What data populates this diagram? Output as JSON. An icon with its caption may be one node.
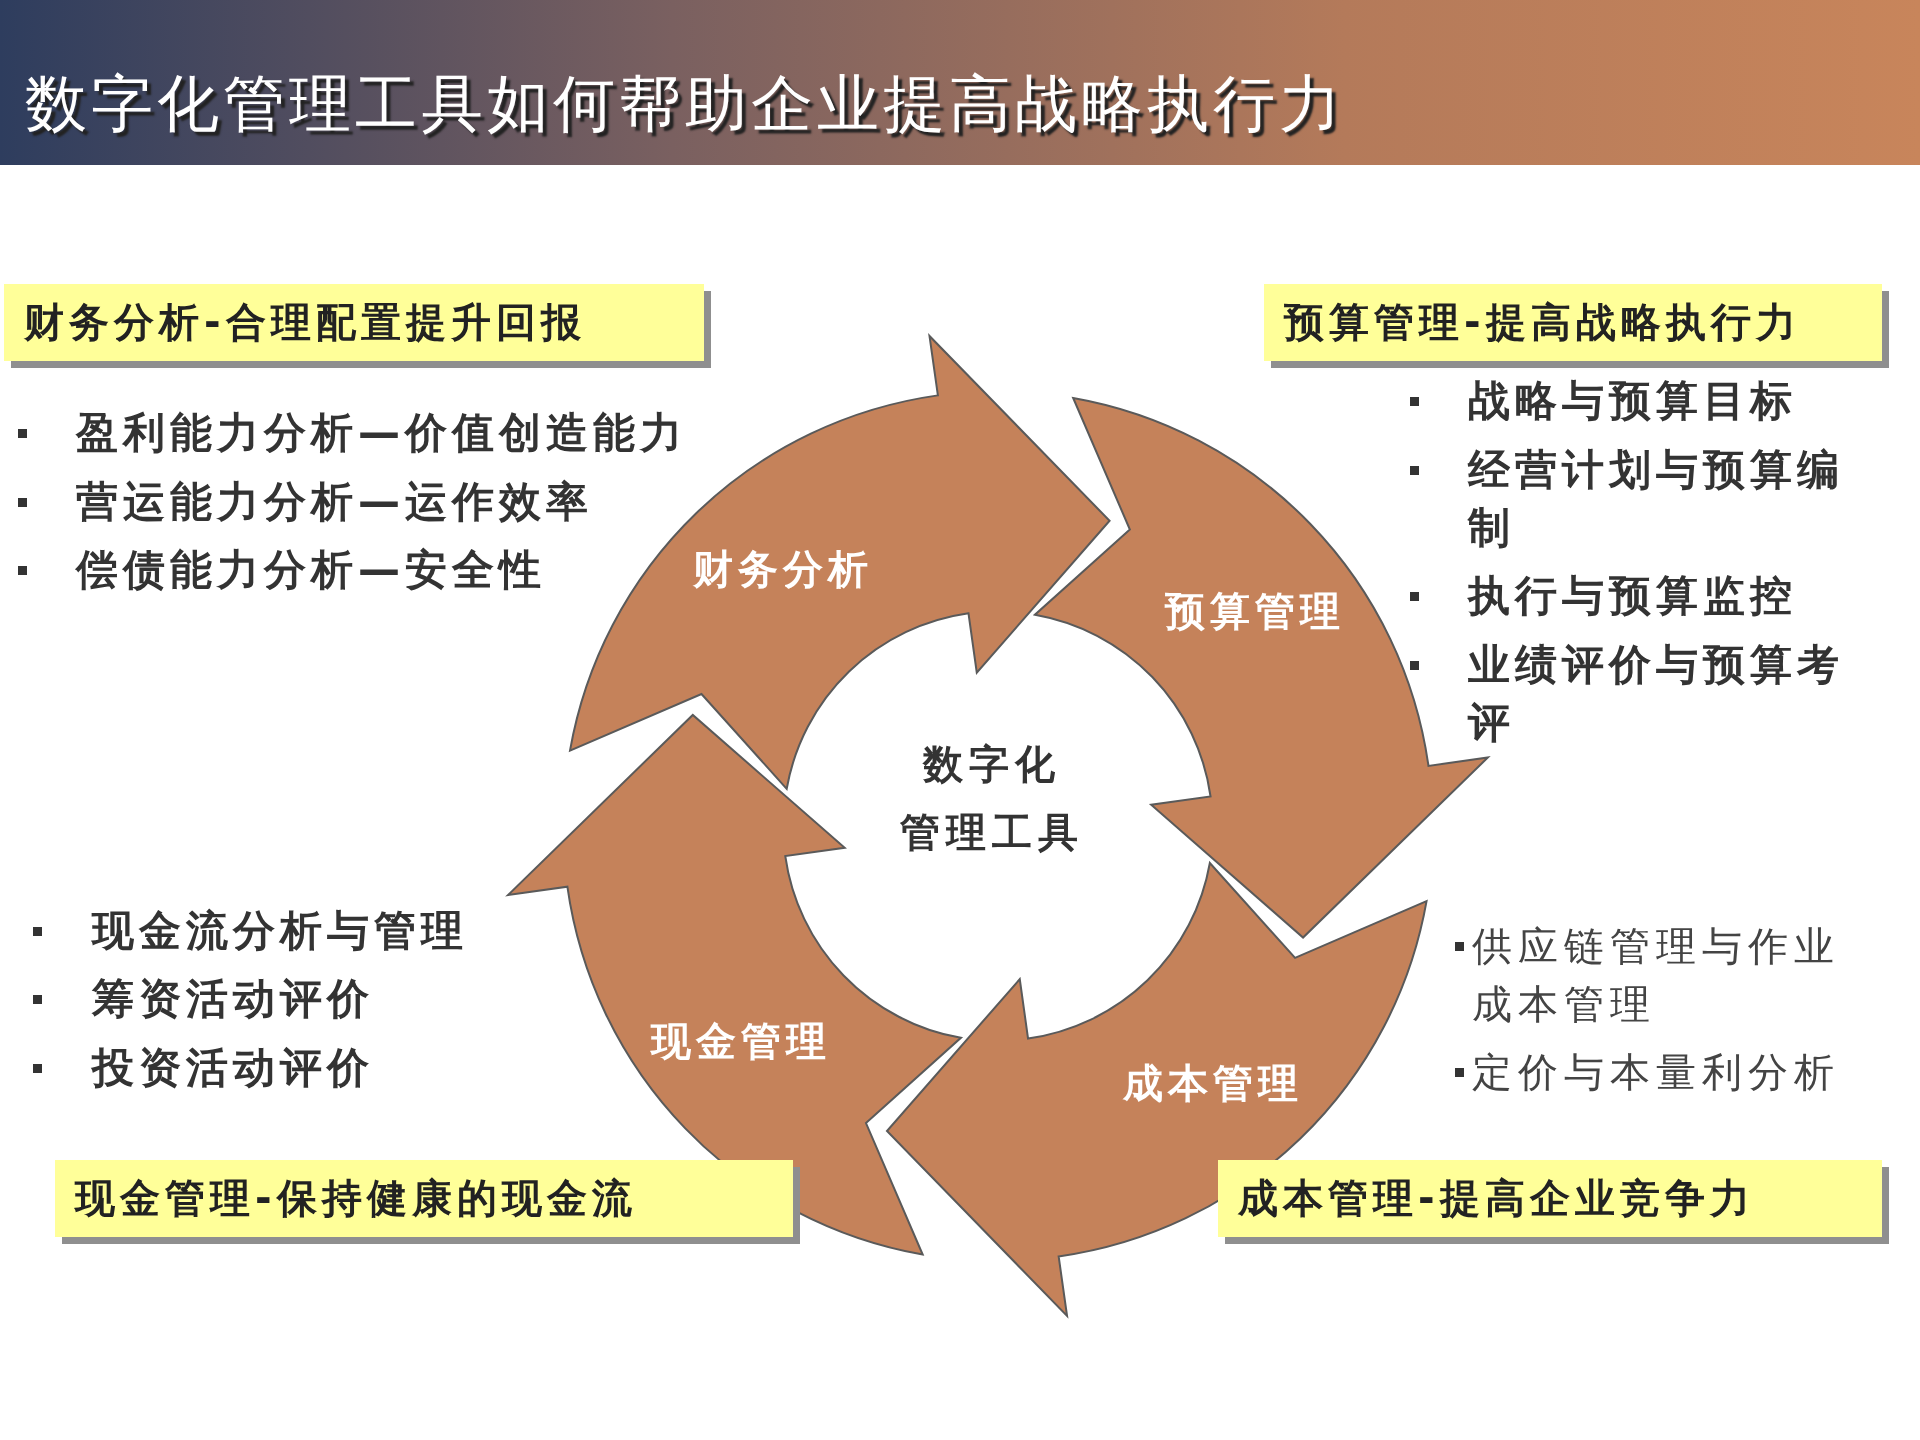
{
  "diagram": {
    "title": "数字化管理工具如何帮助企业提高战略执行力",
    "nodes": [
      {
        "text": [
          "财务分析-合理配置提升回报"
        ]
      },
      {
        "text": [
          "预算管理-提高战略执行力"
        ]
      },
      {
        "text": [
          "财务分析"
        ]
      },
      {
        "text": [
          "预算管理"
        ]
      },
      {
        "text": [
          "数字化管理工具"
        ]
      },
      {
        "text": [
          "现金管理"
        ]
      },
      {
        "text": [
          "成本管理"
        ]
      },
      {
        "text": [
          "现金管理-保持健康的现金流"
        ]
      },
      {
        "text": [
          "成本管理-提高企业竞争力"
        ]
      }
    ],
    "labels": [
      "盈利能力分析—价值创造能力",
      "营运能力分析—运作效率",
      "偿债能力分析—安全性",
      "战略与预算目标",
      "经营计划与预算编制",
      "执行与预算监控",
      "业绩评价与预算考评",
      "现金流分析与管理",
      "筹资活动评价",
      "投资活动评价",
      "供应链管理与作业成本管理",
      "定价与本量利分析"
    ]
  }
}
